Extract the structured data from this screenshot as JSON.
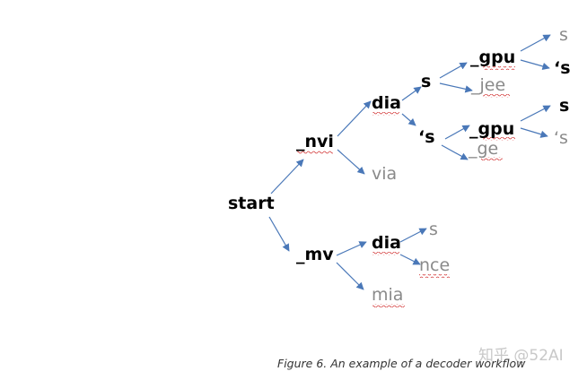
{
  "nodes": {
    "start": "start",
    "nvi": "_nvi",
    "via": "via",
    "dia_top": "dia",
    "s1": "s",
    "gpu1": "_gpu",
    "s_end1": "s",
    "apos_s_end1": "‘s",
    "jee": "_jee",
    "apos_s1": "‘s",
    "gpu2": "_gpu",
    "s_end2": "s",
    "apos_s_end2": "‘s",
    "ge": "_ge",
    "mv": "_mv",
    "dia_bottom": "dia",
    "s2": "s",
    "nce": "nce",
    "mia": "mia"
  },
  "caption": "Figure 6. An example of a decoder workflow",
  "watermark": "知乎 @52AI",
  "colors": {
    "edge": "#4a78b8",
    "bold_text": "#000000",
    "gray_text": "#8a8a8a",
    "spellcheck": "#d33a3a"
  }
}
